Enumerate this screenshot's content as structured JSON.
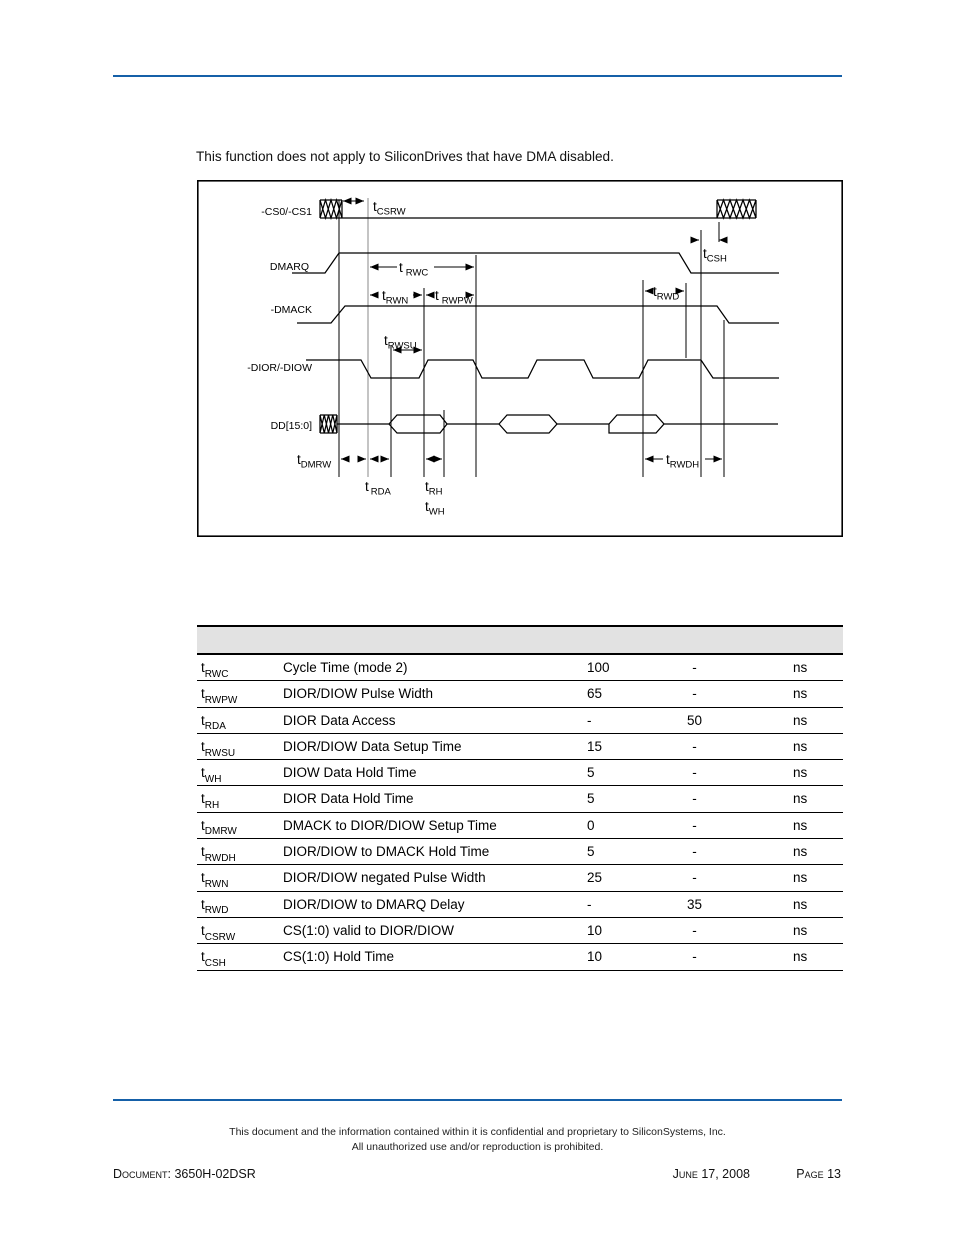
{
  "intro": {
    "text": "This function does not apply to SiliconDrives that have DMA disabled."
  },
  "colors": {
    "accent_blue": "#1560a8",
    "table_header_gray": "#e2e2e2",
    "diagram_ink": "#000000"
  },
  "diagram": {
    "t_prefix": "t",
    "signals": {
      "cs": "-CS0/-CS1",
      "dmarq": "DMARQ",
      "dmack": "-DMACK",
      "diordiow": "-DIOR/-DIOW",
      "dd": "DD[15:0]"
    },
    "dims": {
      "csrw": "CSRW",
      "csh": "CSH",
      "rwc": "RWC",
      "rwn": "RWN",
      "rwpw": "RWPW",
      "rwsu": "RWSU",
      "rwd": "RWD",
      "dmrw": "DMRW",
      "rwdh": "RWDH",
      "rda": "RDA",
      "rh": "RH",
      "wh": "WH"
    }
  },
  "table": {
    "header": "",
    "rows": [
      {
        "sym": "t",
        "sub": "RWC",
        "param": "Cycle Time (mode 2)",
        "min": "100",
        "max": "-",
        "unit": "ns"
      },
      {
        "sym": "t",
        "sub": "RWPW",
        "param": "DIOR/DIOW Pulse Width",
        "min": "65",
        "max": "-",
        "unit": "ns"
      },
      {
        "sym": "t",
        "sub": "RDA",
        "param": "DIOR Data Access",
        "min": "-",
        "max": "50",
        "unit": "ns"
      },
      {
        "sym": "t",
        "sub": "RWSU",
        "param": "DIOR/DIOW Data Setup Time",
        "min": "15",
        "max": "-",
        "unit": "ns"
      },
      {
        "sym": "t",
        "sub": "WH",
        "param": "DIOW Data Hold Time",
        "min": "5",
        "max": "-",
        "unit": "ns"
      },
      {
        "sym": "t",
        "sub": "RH",
        "param": "DIOR Data Hold Time",
        "min": "5",
        "max": "-",
        "unit": "ns"
      },
      {
        "sym": "t",
        "sub": "DMRW",
        "param": "DMACK to DIOR/DIOW Setup Time",
        "min": "0",
        "max": "-",
        "unit": "ns"
      },
      {
        "sym": "t",
        "sub": "RWDH",
        "param": "DIOR/DIOW to DMACK Hold Time",
        "min": "5",
        "max": "-",
        "unit": "ns"
      },
      {
        "sym": "t",
        "sub": "RWN",
        "param": "DIOR/DIOW negated Pulse Width",
        "min": "25",
        "max": "-",
        "unit": "ns"
      },
      {
        "sym": "t",
        "sub": "RWD",
        "param": "DIOR/DIOW to DMARQ Delay",
        "min": "-",
        "max": "35",
        "unit": "ns"
      },
      {
        "sym": "t",
        "sub": "CSRW",
        "param": "CS(1:0) valid to DIOR/DIOW",
        "min": "10",
        "max": "-",
        "unit": "ns"
      },
      {
        "sym": "t",
        "sub": "CSH",
        "param": "CS(1:0) Hold Time",
        "min": "10",
        "max": "-",
        "unit": "ns"
      }
    ]
  },
  "footer": {
    "line1": "This document and the information contained within it is confidential and proprietary to SiliconSystems, Inc.",
    "line2": "All unauthorized use and/or reproduction is prohibited.",
    "doc_label": "Document:",
    "doc_value": "3650H-02DSR",
    "date": "June 17, 2008",
    "page": "Page 13"
  }
}
